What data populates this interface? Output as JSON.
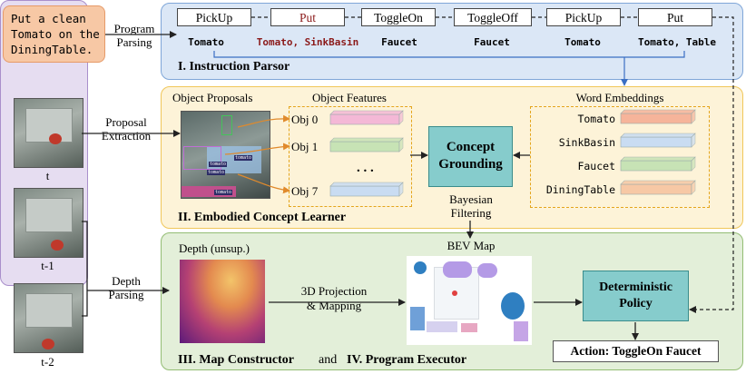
{
  "instruction": {
    "text": "Put a clean\nTomato on the\nDiningTable."
  },
  "parser_arrow_label": "Program\nParsing",
  "program": [
    {
      "action": "PickUp",
      "arg": "Tomato"
    },
    {
      "action": "Put",
      "arg": "Tomato, SinkBasin"
    },
    {
      "action": "ToggleOn",
      "arg": "Faucet"
    },
    {
      "action": "ToggleOff",
      "arg": "Faucet"
    },
    {
      "action": "PickUp",
      "arg": "Tomato"
    },
    {
      "action": "Put",
      "arg": "Tomato, Table"
    }
  ],
  "highlight_color": "#8b1a1a",
  "section_titles": {
    "parser": "I. Instruction Parsor",
    "concept": "II. Embodied Concept Learner",
    "map": "III. Map Constructor",
    "executor": "IV. Program Executor",
    "and": "and"
  },
  "frames": {
    "labels": [
      "t",
      "t-1",
      "t-2"
    ]
  },
  "proposal_arrow_label": "Proposal\nExtraction",
  "depth_arrow_label": "Depth\nParsing",
  "object_proposals": {
    "title": "Object Proposals",
    "detections": [
      "tomato",
      "tomato",
      "tomato",
      "tomato"
    ]
  },
  "object_features": {
    "title": "Object Features",
    "items": [
      "Obj 0",
      "Obj 1",
      "Obj 7"
    ],
    "ellipsis": ". . .",
    "colors": [
      "#f4b8d6",
      "#c7e3b5",
      "#c9dcf2"
    ]
  },
  "word_embeddings": {
    "title": "Word Embeddings",
    "items": [
      "Tomato",
      "SinkBasin",
      "Faucet",
      "DiningTable"
    ],
    "colors": [
      "#f6b49a",
      "#c9dcf2",
      "#c7e3b5",
      "#f7c8a5"
    ]
  },
  "concept_grounding": "Concept\nGrounding",
  "bayesian_filtering": "Bayesian\nFiltering",
  "depth_title": "Depth (unsup.)",
  "projection_label": "3D Projection\n& Mapping",
  "bev_title": "BEV Map",
  "policy": "Deterministic\nPolicy",
  "action": "Action: ToggleOn Faucet"
}
